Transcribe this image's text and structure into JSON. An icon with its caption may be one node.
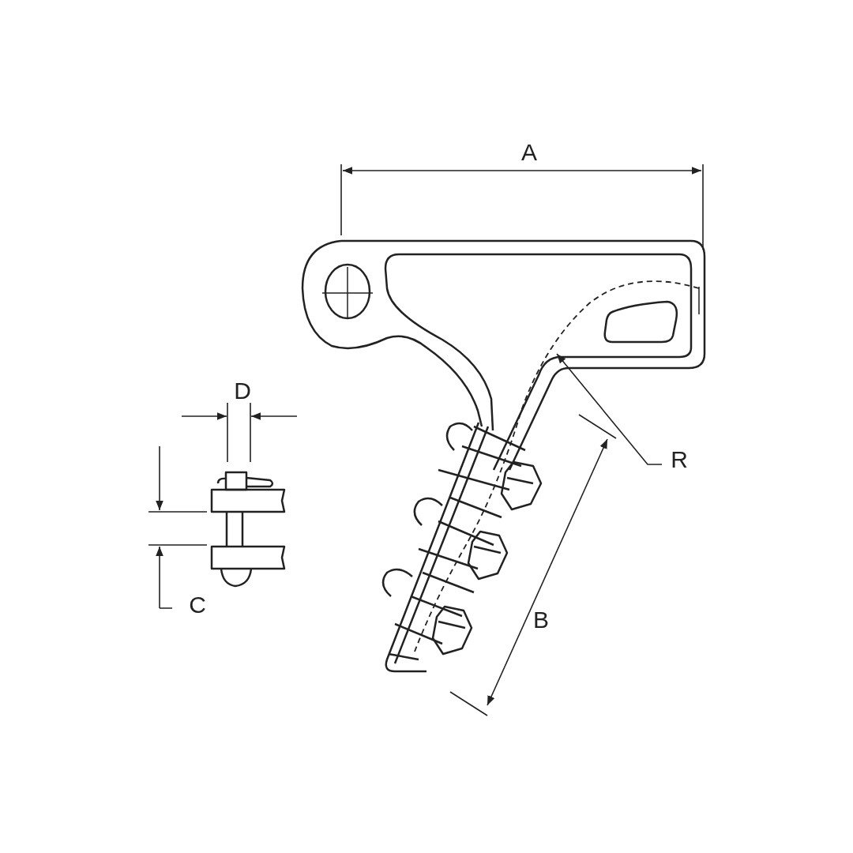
{
  "diagram": {
    "labels": [
      "A",
      "D",
      "R",
      "C",
      "B"
    ]
  }
}
